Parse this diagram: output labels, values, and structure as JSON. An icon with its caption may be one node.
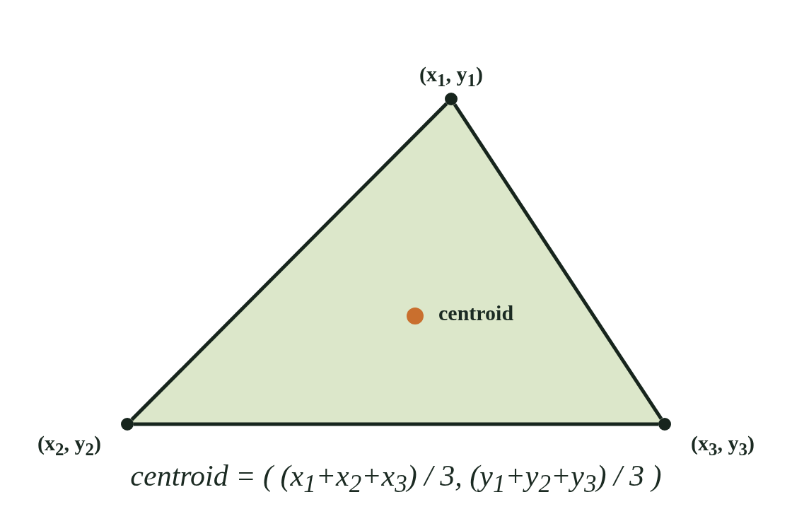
{
  "diagram": {
    "caption": "centroid = ( (x$_{1}$+x$_{2}$+x$_{3}$) / 3, (y$_{1}$+y$_{2}$+y$_{3}$) / 3 )",
    "nodes": [
      {
        "text": [
          "(x$_{1}$, y$_{1}$)"
        ]
      },
      {
        "text": [
          "(x$_{2}$, y$_{2}$)"
        ]
      },
      {
        "text": [
          "(x$_{3}$, y$_{3}$)"
        ]
      },
      {
        "text": [
          "centroid"
        ]
      }
    ],
    "edges": [
      {
        "from": 0,
        "to": 1,
        "arrow": "none"
      },
      {
        "from": 1,
        "to": 2,
        "arrow": "none"
      },
      {
        "from": 2,
        "to": 0,
        "arrow": "none"
      }
    ]
  }
}
